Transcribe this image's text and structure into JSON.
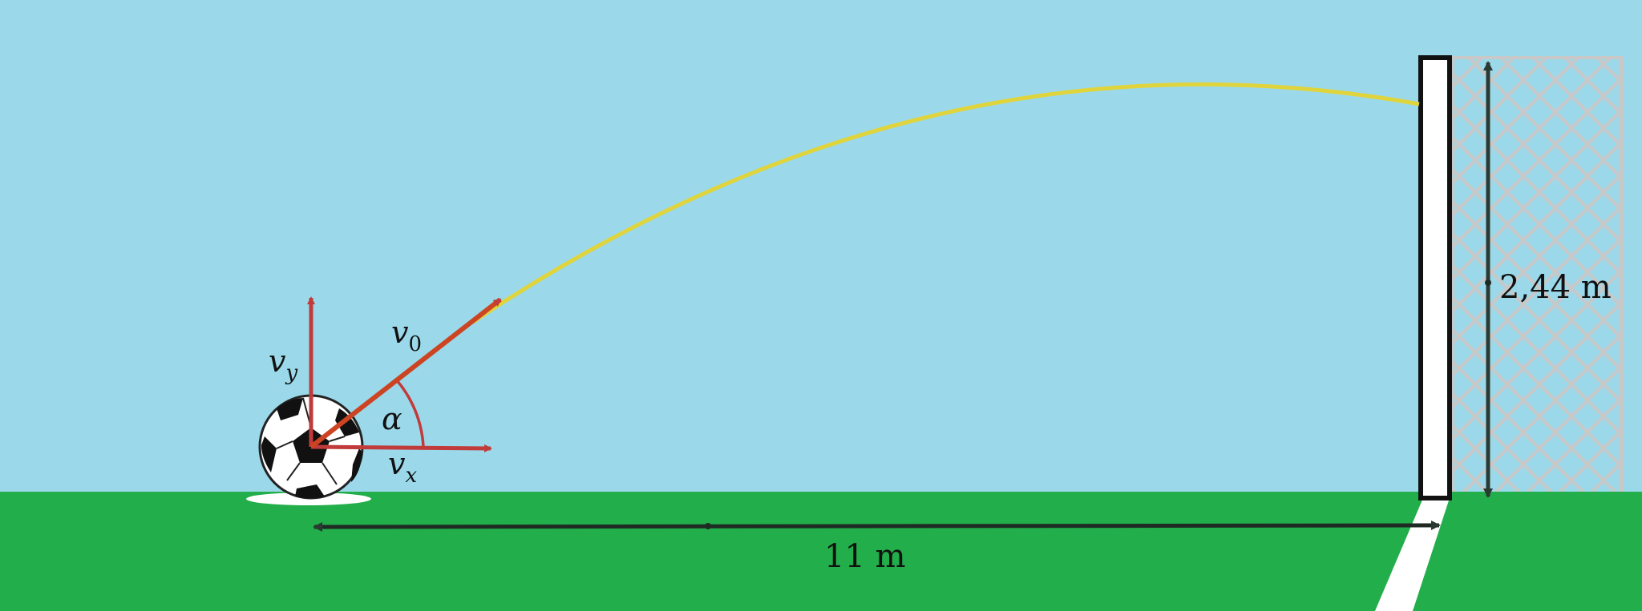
{
  "labels": {
    "v0": "v",
    "v0_sub": "0",
    "vy": "v",
    "vy_sub": "y",
    "vx": "v",
    "vx_sub": "x",
    "alpha": "α",
    "distance": "11 m",
    "goal_height": "2,44 m"
  },
  "colors": {
    "sky": "#9bd9ea",
    "grass": "#22ae4a",
    "trajectory": "#e0d43c",
    "velocity_vector": "#c23b3b",
    "v0_vector": "#cc4422",
    "angle_arc": "#c23b3b",
    "dimension_arrow": "#1f3a2e",
    "goal_post": "#ffffff",
    "net": "#c6c6c6"
  },
  "icons": {
    "ball": "soccer-ball-icon"
  }
}
